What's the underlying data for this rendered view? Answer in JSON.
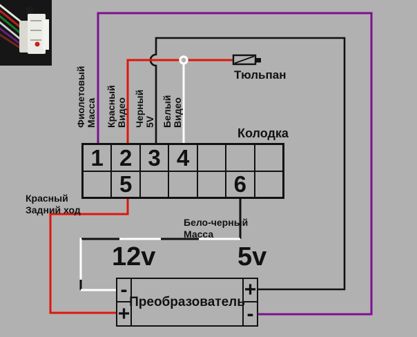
{
  "colors": {
    "background": "#b1b1b1",
    "wire_purple": "#7d1090",
    "wire_red": "#e0150c",
    "wire_black": "#111111",
    "wire_white": "#ffffff"
  },
  "tulip": {
    "label": "Тюльпан"
  },
  "connector_block": {
    "title": "Колодка",
    "rows": [
      [
        "1",
        "2",
        "3",
        "4",
        "",
        "",
        ""
      ],
      [
        "",
        "5",
        "",
        "",
        "",
        "6",
        ""
      ]
    ]
  },
  "pin_labels": {
    "pin1": [
      "Фиолетовый",
      "Масса"
    ],
    "pin2": [
      "Красный",
      "Видео"
    ],
    "pin3": [
      "Черный",
      "5V"
    ],
    "pin4": [
      "Белый",
      "Видео"
    ]
  },
  "wire_labels": {
    "reverse": [
      "Красный",
      "Задний ход"
    ],
    "ground": [
      "Бело-черный",
      "Масса"
    ]
  },
  "converter": {
    "label": "Преобразователь",
    "input_voltage": "12v",
    "output_voltage": "5v",
    "terminals": {
      "left_top": "-",
      "left_bottom": "+",
      "right_top": "+",
      "right_bottom": "-"
    }
  }
}
